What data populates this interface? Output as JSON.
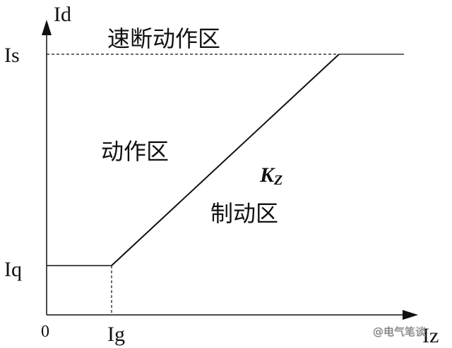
{
  "axes": {
    "y_label": "Id",
    "x_label": "Iz",
    "origin_label": "0"
  },
  "ticks": {
    "is_label": "Is",
    "iq_label": "Iq",
    "ig_label": "Ig"
  },
  "regions": {
    "quick_break": "速断动作区",
    "operate": "动作区",
    "restraint": "制动区"
  },
  "slope": {
    "k": "K",
    "sub": "Z"
  },
  "watermark": "@电气笔谈"
}
